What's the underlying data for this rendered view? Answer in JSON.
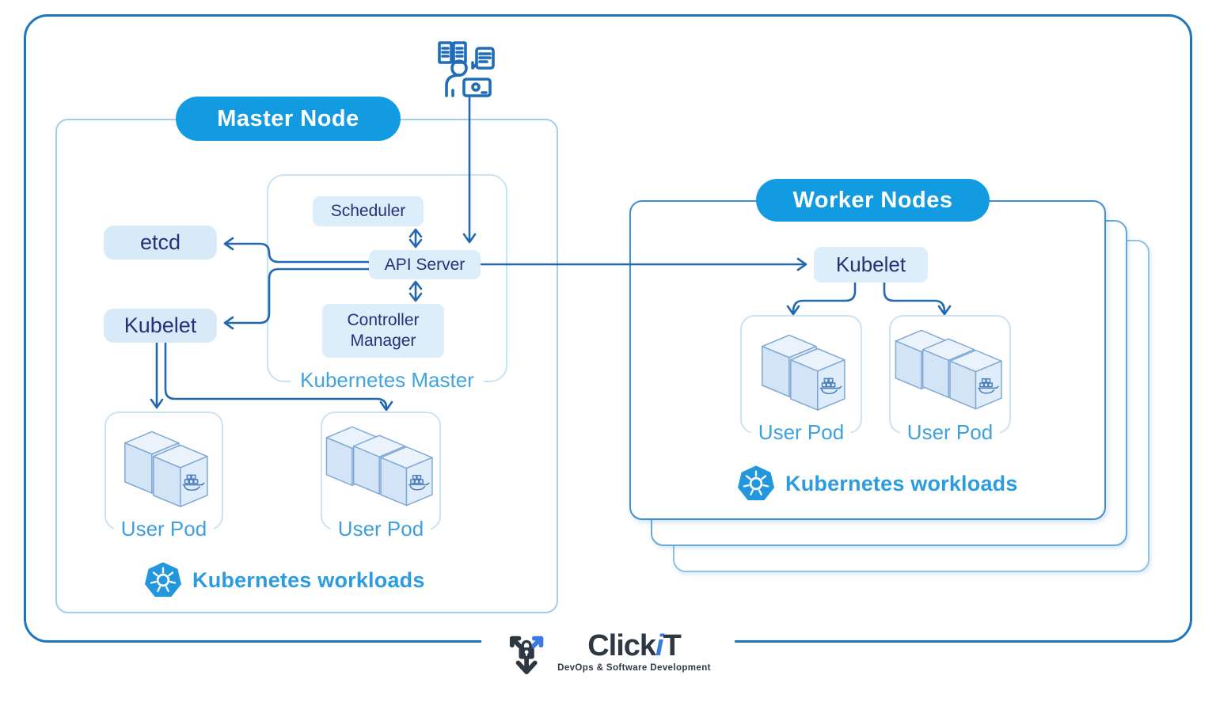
{
  "master": {
    "badge": "Master Node",
    "inner": {
      "label": "Kubernetes Master",
      "scheduler": "Scheduler",
      "api_server": "API Server",
      "controller_manager": "Controller Manager"
    },
    "etcd": "etcd",
    "kubelet": "Kubelet",
    "pods": [
      {
        "label": "User Pod"
      },
      {
        "label": "User Pod"
      }
    ],
    "workloads": "Kubernetes workloads"
  },
  "workers": {
    "badge": "Worker Nodes",
    "kubelet": "Kubelet",
    "pods": [
      {
        "label": "User Pod"
      },
      {
        "label": "User Pod"
      }
    ],
    "workloads": "Kubernetes workloads"
  },
  "brand": {
    "name_prefix": "Click",
    "name_accent": "i",
    "name_suffix": "T",
    "tagline": "DevOps & Software Development"
  },
  "colors": {
    "badge_blue": "#129BE0",
    "label_blue": "#3EA0DF",
    "arrow_blue": "#2268B0",
    "navy_text": "#26307B",
    "box_fill": "#DCEEFA",
    "kubernetes_logo_blue": "#2397DE",
    "brand_dark": "#2E3842",
    "brand_accent_blue": "#3A7BE0",
    "outer_frame_blue": "#1C77BE"
  }
}
